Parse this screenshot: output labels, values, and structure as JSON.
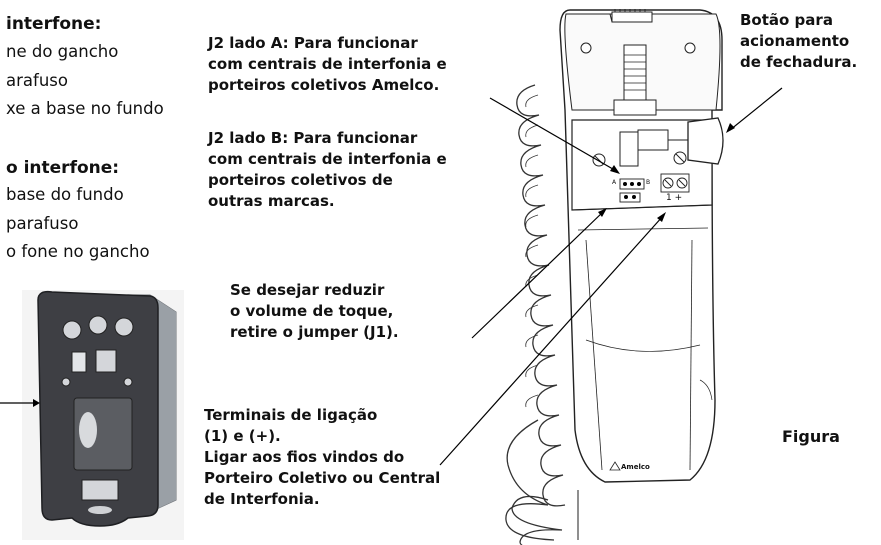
{
  "left_instructions": {
    "section1": {
      "heading": "interfone:",
      "lines": [
        "ne do gancho",
        "arafuso",
        "xe a base no fundo"
      ]
    },
    "section2": {
      "heading": "o interfone:",
      "lines": [
        "base do fundo",
        "parafuso",
        "o fone no gancho"
      ]
    }
  },
  "callouts": {
    "j2_side_a": [
      "J2 lado A: Para funcionar",
      "com centrais de interfonia e",
      "porteiros coletivos Amelco."
    ],
    "j2_side_b": [
      "J2 lado B: Para funcionar",
      "com centrais de interfonia e",
      "porteiros coletivos de",
      "outras marcas."
    ],
    "volume": [
      "Se desejar reduzir",
      "o volume de toque,",
      "retire o jumper (J1)."
    ],
    "terminals": [
      "Terminais de ligação",
      "(1) e (+).",
      "Ligar aos fios vindos do",
      "Porteiro Coletivo ou Central",
      "de Interfonia."
    ],
    "lock_button": [
      "Botão para",
      "acionamento",
      "de fechadura."
    ]
  },
  "figure_label": "Figura",
  "device": {
    "brand": "Amelco",
    "jumper_label_a": "A",
    "jumper_label_b": "B",
    "terminal_labels": "1 +"
  }
}
